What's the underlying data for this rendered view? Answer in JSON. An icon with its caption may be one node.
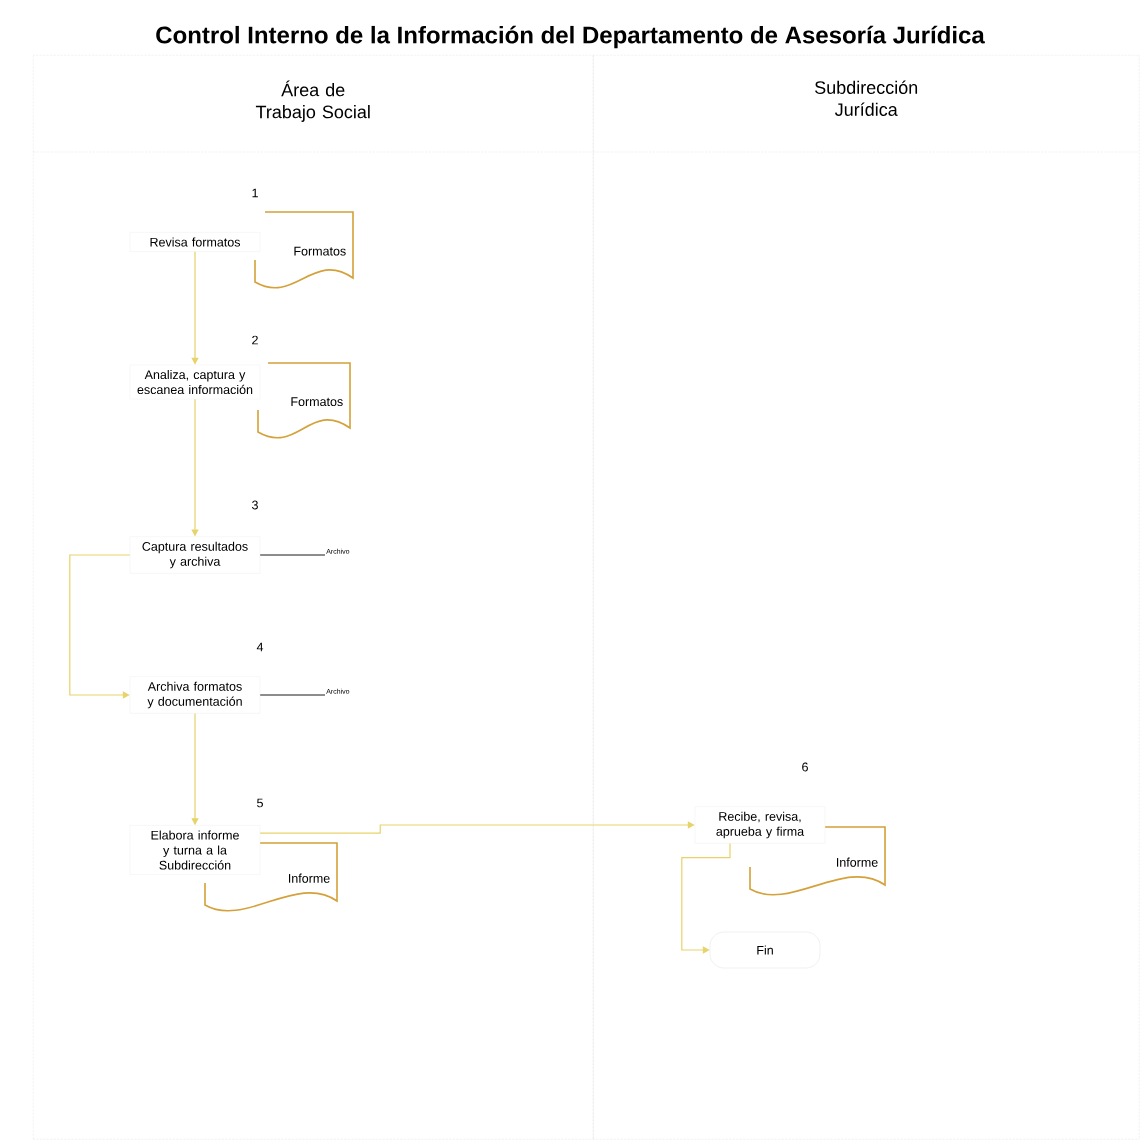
{
  "diagram": {
    "title": "Control Interno de la Información del Departamento de Asesoría Jurídica",
    "nodes": [
      {
        "text": [
          "Área de Trabajo Social"
        ]
      },
      {
        "text": [
          "Subdirección Jurídica"
        ]
      },
      {
        "text": [
          "Revisa formatos"
        ],
        "in": 0
      },
      {
        "text": [
          "Formatos"
        ],
        "in": 0
      },
      {
        "text": [
          "Analiza, captura y escanea información"
        ],
        "in": 0
      },
      {
        "text": [
          "Formatos"
        ],
        "in": 0
      },
      {
        "text": [
          "Captura resultados y archiva"
        ],
        "in": 0
      },
      {
        "text": [
          "Archivo"
        ],
        "in": 0
      },
      {
        "text": [
          "Archiva formatos y documentación"
        ],
        "in": 0
      },
      {
        "text": [
          "Archivo"
        ],
        "in": 0
      },
      {
        "text": [
          "Elabora informe y turna a la Subdirección"
        ],
        "in": 0
      },
      {
        "text": [
          "Informe"
        ],
        "in": 0
      },
      {
        "text": [
          "Recibe, revisa, aprueba y firma"
        ],
        "in": 1
      },
      {
        "text": [
          "Informe"
        ],
        "in": 1
      },
      {
        "text": [
          "Fin"
        ],
        "in": 1
      }
    ],
    "edges": [
      {
        "from": 2,
        "to": 4,
        "arrow": "to"
      },
      {
        "from": 4,
        "to": 6,
        "arrow": "to"
      },
      {
        "from": 6,
        "to": 8,
        "arrow": "to"
      },
      {
        "from": 8,
        "to": 10,
        "arrow": "to"
      },
      {
        "from": 10,
        "to": 12,
        "arrow": "to"
      },
      {
        "from": 12,
        "to": 14,
        "arrow": "to"
      },
      {
        "from": 6,
        "to": 7,
        "arrow": "none",
        "color": "#000000"
      },
      {
        "from": 8,
        "to": 9,
        "arrow": "none",
        "color": "#000000"
      }
    ],
    "labels": [
      "1",
      "2",
      "3",
      "4",
      "5",
      "6"
    ]
  }
}
